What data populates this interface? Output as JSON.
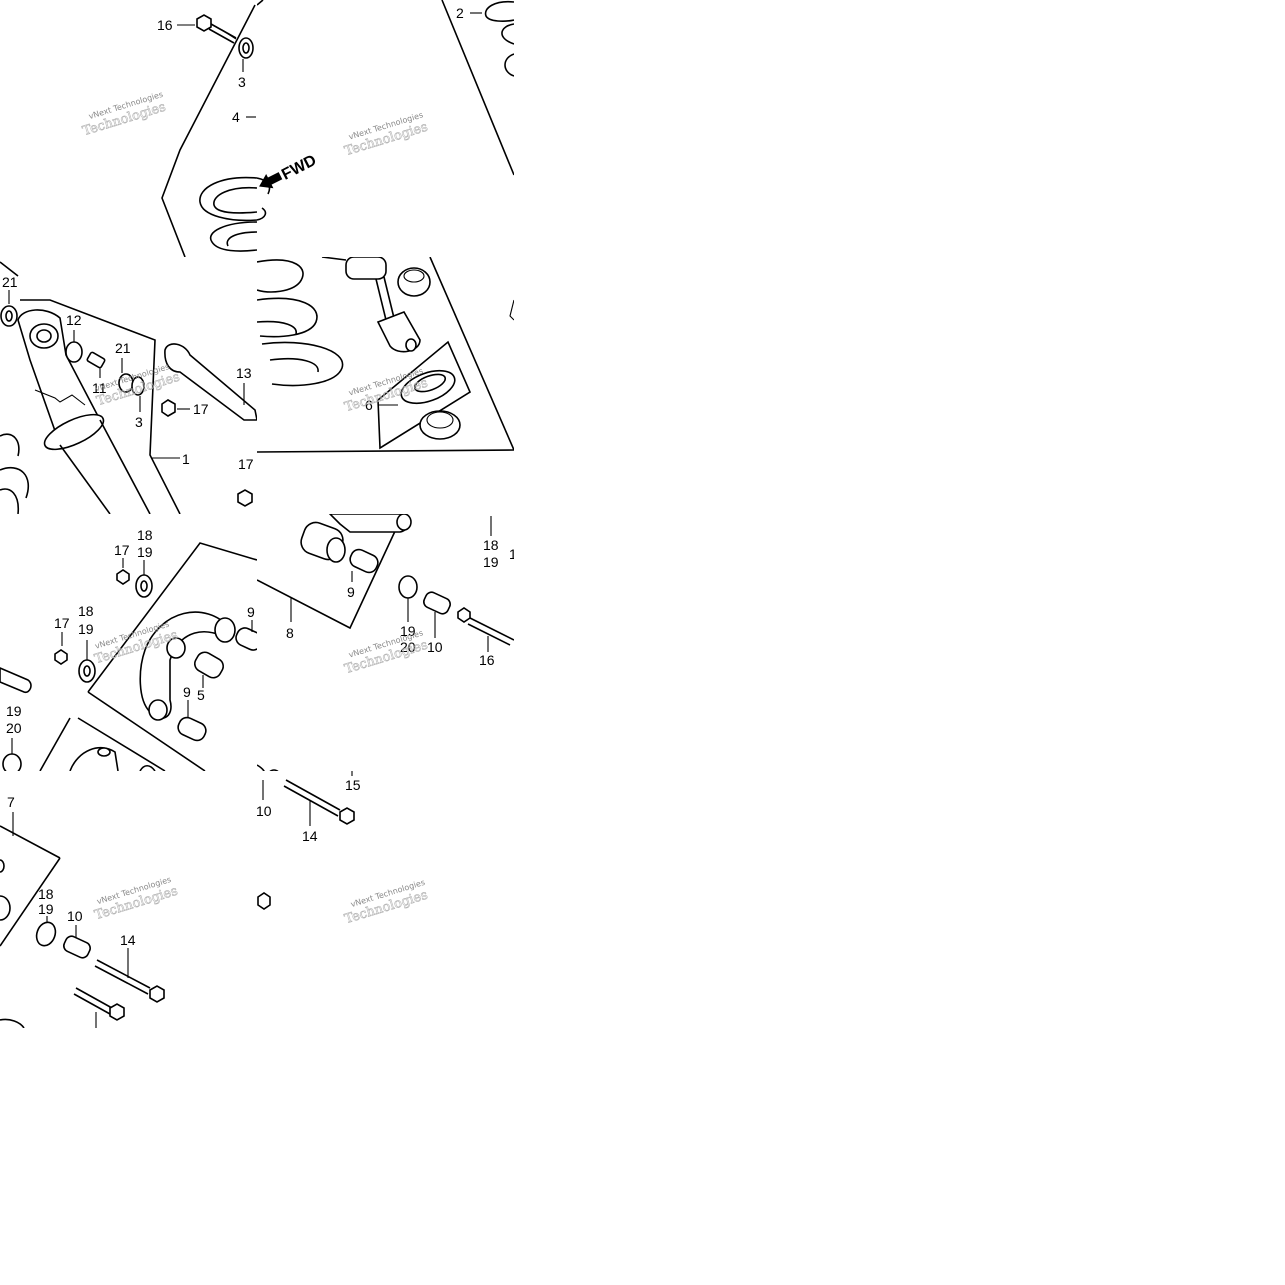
{
  "diagram": {
    "fwd_label": "FWD",
    "watermark_small": "vNext Technologies",
    "watermark_large": "Technologies",
    "callouts": [
      {
        "id": "c16a",
        "text": "16"
      },
      {
        "id": "c3a",
        "text": "3"
      },
      {
        "id": "c4",
        "text": "4"
      },
      {
        "id": "c2",
        "text": "2"
      },
      {
        "id": "c21a",
        "text": "21"
      },
      {
        "id": "c12",
        "text": "12"
      },
      {
        "id": "c21b",
        "text": "21"
      },
      {
        "id": "c11",
        "text": "11"
      },
      {
        "id": "c3b",
        "text": "3"
      },
      {
        "id": "c17a",
        "text": "17"
      },
      {
        "id": "c13",
        "text": "13"
      },
      {
        "id": "c1",
        "text": "1"
      },
      {
        "id": "c6",
        "text": "6"
      },
      {
        "id": "c17b",
        "text": "17"
      },
      {
        "id": "c18a",
        "text": "18"
      },
      {
        "id": "c19a",
        "text": "19"
      },
      {
        "id": "c17c",
        "text": "17"
      },
      {
        "id": "c18b",
        "text": "18"
      },
      {
        "id": "c19b",
        "text": "19"
      },
      {
        "id": "c17d",
        "text": "17"
      },
      {
        "id": "c9a",
        "text": "9"
      },
      {
        "id": "c5",
        "text": "5"
      },
      {
        "id": "c9b",
        "text": "9"
      },
      {
        "id": "c9c",
        "text": "9"
      },
      {
        "id": "c8",
        "text": "8"
      },
      {
        "id": "c19c",
        "text": "19"
      },
      {
        "id": "c20a",
        "text": "20"
      },
      {
        "id": "c10a",
        "text": "10"
      },
      {
        "id": "c16b",
        "text": "16"
      },
      {
        "id": "c18c",
        "text": "18"
      },
      {
        "id": "c19d",
        "text": "19"
      },
      {
        "id": "c1b",
        "text": "1"
      },
      {
        "id": "c19e",
        "text": "19"
      },
      {
        "id": "c20b",
        "text": "20"
      },
      {
        "id": "c15",
        "text": "15"
      },
      {
        "id": "c10b",
        "text": "10"
      },
      {
        "id": "c14a",
        "text": "14"
      },
      {
        "id": "c7",
        "text": "7"
      },
      {
        "id": "c18d",
        "text": "18"
      },
      {
        "id": "c19f",
        "text": "19"
      },
      {
        "id": "c10c",
        "text": "10"
      },
      {
        "id": "c14b",
        "text": "14"
      }
    ]
  }
}
